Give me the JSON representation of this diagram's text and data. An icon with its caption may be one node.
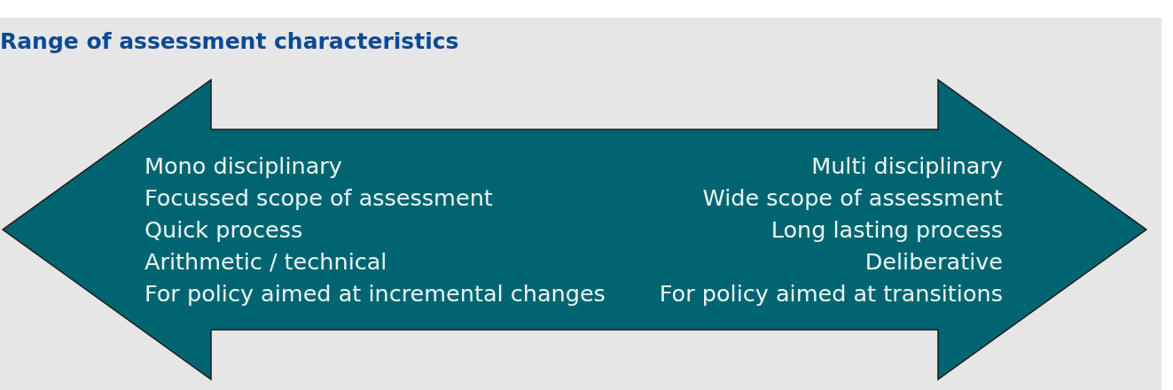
{
  "diagram": {
    "title": "Range of assessment characteristics",
    "nodes": [
      {
        "text": [
          "Mono disciplinary",
          "Focussed scope of assessment",
          "Quick process",
          "Arithmetic / technical",
          "For policy aimed at incremental changes",
          "Multi disciplinary",
          "Wide scope of assessment",
          "Long lasting process",
          "Deliberative",
          "For policy aimed at transitions"
        ]
      }
    ]
  }
}
